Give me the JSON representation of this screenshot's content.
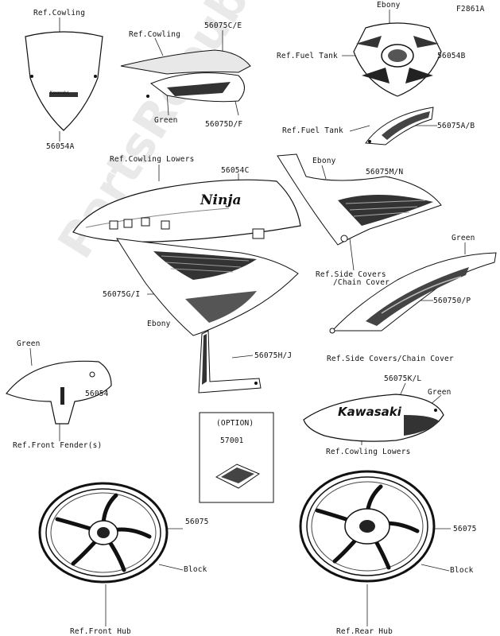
{
  "diagram_code": "F2861A",
  "watermark": "PartsRepublik",
  "labels": {
    "ref_cowling_windshield": "Ref.Cowling",
    "part_56054A": "56054A",
    "ref_cowling_top": "Ref.Cowling",
    "part_56075CE": "56075C/E",
    "green_cowling": "Green",
    "part_56075DF": "56075D/F",
    "ebony_tank": "Ebony",
    "ref_fuel_tank_1": "Ref.Fuel Tank",
    "part_56054B": "56054B",
    "ref_fuel_tank_2": "Ref.Fuel Tank",
    "part_56075AB": "56075A/B",
    "ref_cowling_lowers_1": "Ref.Cowling Lowers",
    "part_56054C": "56054C",
    "ebony_side": "Ebony",
    "part_56075MN": "56075M/N",
    "ref_side_covers_1a": "Ref.Side Covers",
    "ref_side_covers_1b": "/Chain Cover",
    "green_side": "Green",
    "part_56075GI": "56075G/I",
    "part_56075OP": "560750/P",
    "ebony_fairing": "Ebony",
    "part_56075HJ": "56075H/J",
    "ref_side_covers_2": "Ref.Side Covers/Chain Cover",
    "green_fender": "Green",
    "part_56054": "56054",
    "ref_front_fender": "Ref.Front Fender(s)",
    "part_56075KL": "56075K/L",
    "green_lower": "Green",
    "option": "(OPTION)",
    "part_57001": "57001",
    "ref_cowling_lowers_2": "Ref.Cowling Lowers",
    "part_56075_front": "56075",
    "block_front": "Block",
    "ref_front_hub": "Ref.Front Hub",
    "part_56075_rear": "56075",
    "block_rear": "Block",
    "ref_rear_hub": "Ref.Rear Hub"
  },
  "decals": {
    "ninja": "Ninja",
    "kawasaki": "Kawasaki",
    "windshield_badge": "Kawasaki"
  }
}
